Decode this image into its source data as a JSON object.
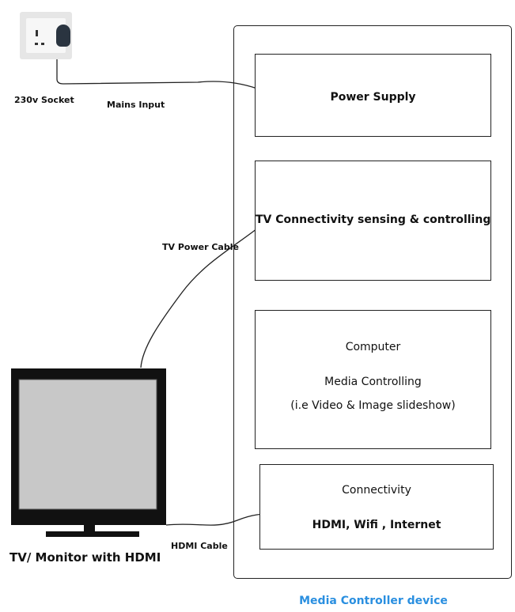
{
  "socket": {
    "label": "230v Socket"
  },
  "cables": {
    "mains_input": "Mains Input",
    "tv_power": "TV Power Cable",
    "hdmi": "HDMI Cable"
  },
  "tv": {
    "label": "TV/ Monitor with HDMI"
  },
  "device": {
    "label": "Media Controller device",
    "blocks": {
      "power": {
        "title": "Power Supply"
      },
      "tv_control": {
        "title": "TV Connectivity sensing & controlling"
      },
      "computer": {
        "title": "Computer",
        "line1": "Media Controlling",
        "line2": "(i.e Video & Image slideshow)"
      },
      "connectivity": {
        "title": "Connectivity",
        "line1": "HDMI, Wifi , Internet"
      }
    }
  },
  "colors": {
    "device_label": "#2a8fe0",
    "tv_frame": "#111111",
    "tv_screen": "#c8c8c8",
    "socket_plate": "#e6e6e6",
    "plug": "#2a3440"
  },
  "icons": [
    "wall-socket-icon",
    "plug-icon",
    "tv-monitor-icon"
  ]
}
